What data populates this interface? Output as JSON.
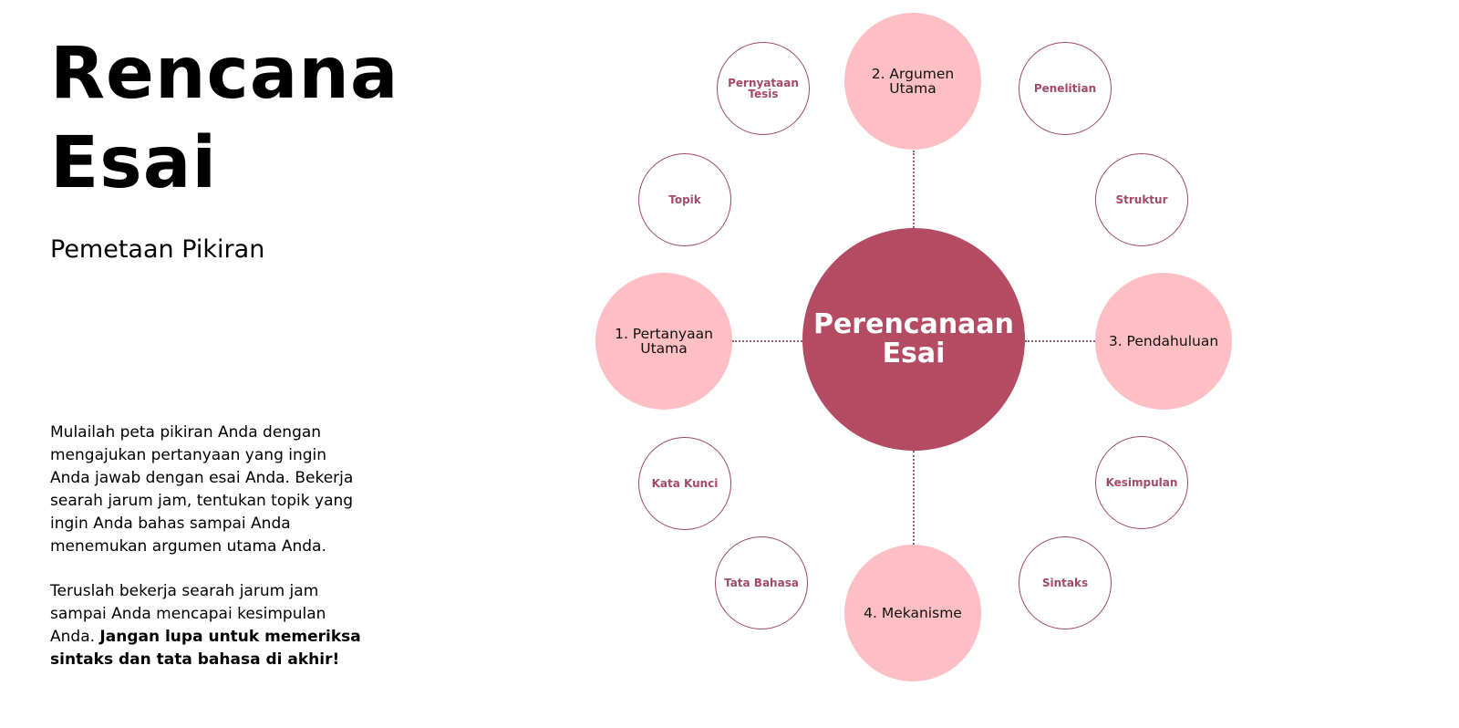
{
  "title_line1": "Rencana",
  "title_line2": "Esai",
  "subtitle": "Pemetaan Pikiran",
  "paragraph1": "Mulailah peta pikiran Anda dengan mengajukan pertanyaan yang ingin Anda jawab dengan esai Anda. Bekerja searah jarum jam, tentukan topik yang ingin Anda bahas sampai Anda menemukan argumen utama Anda.",
  "paragraph2_regular": "Teruslah bekerja searah jarum jam sampai Anda mencapai kesimpulan Anda. ",
  "paragraph2_bold": "Jangan lupa untuk memeriksa sintaks dan tata bahasa di akhir!",
  "diagram": {
    "center": "Perencanaan Esai",
    "main_nodes": {
      "left": "1. Pertanyaan Utama",
      "top": "2. Argumen Utama",
      "right": "3. Pendahuluan",
      "bottom": "4. Mekanisme"
    },
    "sub_nodes": {
      "pernyataan_tesis": "Pernyataan Tesis",
      "penelitian": "Penelitian",
      "topik": "Topik",
      "struktur": "Struktur",
      "kata_kunci": "Kata Kunci",
      "kesimpulan": "Kesimpulan",
      "tata_bahasa": "Tata Bahasa",
      "sintaks": "Sintaks"
    }
  },
  "colors": {
    "center_fill": "#b34c63",
    "main_fill": "#fdbfc4",
    "sub_border": "#9c4a62",
    "sub_text": "#a34a68",
    "connector": "#a05a70"
  }
}
